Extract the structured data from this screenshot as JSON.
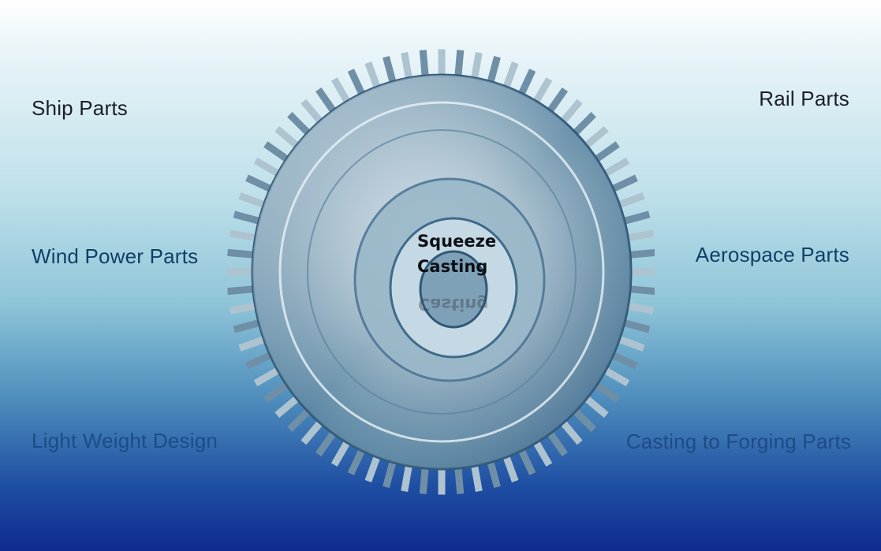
{
  "labels": {
    "ship": "Ship Parts",
    "rail": "Rail Parts",
    "wind": "Wind Power Parts",
    "aerospace": "Aerospace Parts",
    "light_weight": "Light Weight Design",
    "casting_forging": "Casting to Forging Parts"
  },
  "center": {
    "line1": "Squeeze",
    "line2": "Casting"
  },
  "colors": {
    "top": "#ffffff",
    "middle": "#8fc5d8",
    "bottom": "#0f2a8f"
  },
  "image": {
    "subject": "gear-wheel"
  }
}
